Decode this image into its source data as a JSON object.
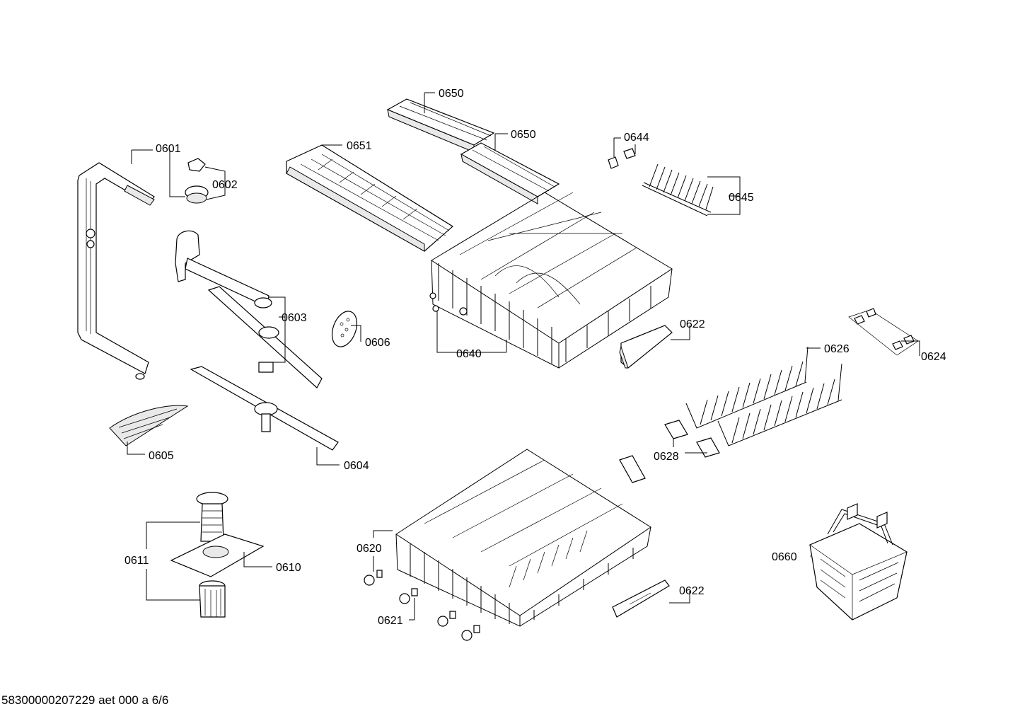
{
  "document_id": "58300000207229 aet 000 a 6/6",
  "labels": {
    "p0650a": "0650",
    "p0650b": "0650",
    "p0651": "0651",
    "p0601": "0601",
    "p0602": "0602",
    "p0644": "0644",
    "p0645": "0645",
    "p0603": "0603",
    "p0606": "0606",
    "p0622a": "0622",
    "p0640": "0640",
    "p0626": "0626",
    "p0624": "0624",
    "p0605": "0605",
    "p0604": "0604",
    "p0628": "0628",
    "p0620": "0620",
    "p0611": "0611",
    "p0610": "0610",
    "p0660": "0660",
    "p0622b": "0622",
    "p0621": "0621"
  }
}
